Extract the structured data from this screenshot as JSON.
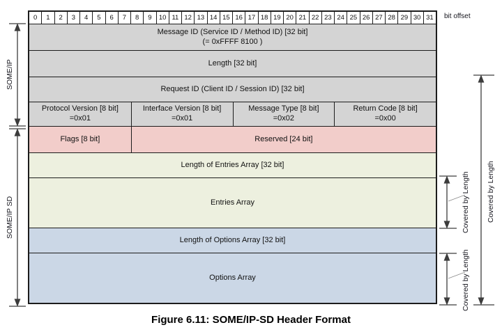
{
  "figure": {
    "caption": "Figure 6.11: SOME/IP-SD Header Format",
    "bit_offset_label": "bit offset",
    "bit_offsets": [
      "0",
      "1",
      "2",
      "3",
      "4",
      "5",
      "6",
      "7",
      "8",
      "9",
      "10",
      "11",
      "12",
      "13",
      "14",
      "15",
      "16",
      "17",
      "18",
      "19",
      "20",
      "21",
      "22",
      "23",
      "24",
      "25",
      "26",
      "27",
      "28",
      "29",
      "30",
      "31"
    ]
  },
  "colors": {
    "someip_gray": "#d4d4d4",
    "sd_flags_pink": "#f2cdca",
    "sd_entries_green": "#edf0df",
    "sd_options_blue": "#cbd7e6",
    "border": "#1c1c1c"
  },
  "side_labels": {
    "someip": "SOME/IP",
    "someip_sd": "SOME/IP SD",
    "covered_by_length_entries": "Covered by Length",
    "covered_by_length_options": "Covered by Length",
    "covered_by_length_total": "Covered by Length"
  },
  "rows": {
    "message_id": {
      "line1": "Message ID (Service ID / Method ID) [32 bit]",
      "line2": "(= 0xFFFF 8100 )"
    },
    "length": "Length [32 bit]",
    "request_id": "Request ID (Client ID / Session ID) [32 bit]",
    "protocol_version": {
      "line1": "Protocol Version [8 bit]",
      "line2": "=0x01"
    },
    "interface_version": {
      "line1": "Interface Version [8 bit]",
      "line2": "=0x01"
    },
    "message_type": {
      "line1": "Message Type [8 bit]",
      "line2": "=0x02"
    },
    "return_code": {
      "line1": "Return Code [8 bit]",
      "line2": "=0x00"
    },
    "flags": "Flags [8 bit]",
    "reserved": "Reserved [24 bit]",
    "length_entries": "Length of Entries Array [32 bit]",
    "entries": "Entries Array",
    "length_options": "Length of Options Array [32 bit]",
    "options": "Options Array"
  }
}
